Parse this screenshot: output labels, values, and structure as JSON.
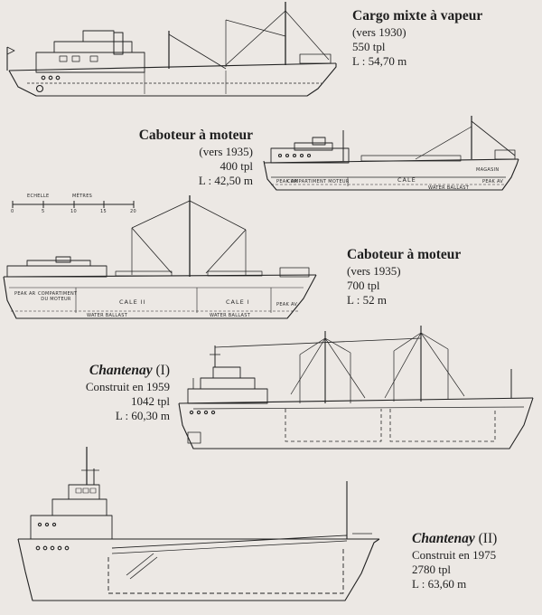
{
  "ships": [
    {
      "name": "Cargo mixte à vapeur",
      "period": "(vers 1930)",
      "tonnage": "550 tpl",
      "length": "L : 54,70 m"
    },
    {
      "name": "Caboteur à moteur",
      "period": "(vers 1935)",
      "tonnage": "400 tpl",
      "length": "L : 42,50 m",
      "hold_label": "CALE",
      "labels": [
        "COMPARTIMENT MOTEUR",
        "MAGASIN",
        "PEAK AR",
        "PEAK AV",
        "WATER BALLAST"
      ]
    },
    {
      "name": "Caboteur à moteur",
      "period": "(vers 1935)",
      "tonnage": "700 tpl",
      "length": "L : 52 m",
      "hold_labels": [
        "CALE II",
        "CALE I"
      ],
      "labels": [
        "PEAK AR",
        "COMPARTIMENT DU MOTEUR",
        "PEAK AV",
        "WATER BALLAST",
        "WATER BALLAST"
      ]
    },
    {
      "name": "Chantenay",
      "numeral": " (I)",
      "built": "Construit en 1959",
      "tonnage": "1042 tpl",
      "length": "L : 60,30 m"
    },
    {
      "name": "Chantenay",
      "numeral": " (II)",
      "built": "Construit en 1975",
      "tonnage": "2780 tpl",
      "length": "L : 63,60 m"
    }
  ],
  "scale": {
    "label": "ECHELLE",
    "unit": "MÈTRES",
    "ticks": [
      "0",
      "5",
      "10",
      "15",
      "20"
    ]
  }
}
